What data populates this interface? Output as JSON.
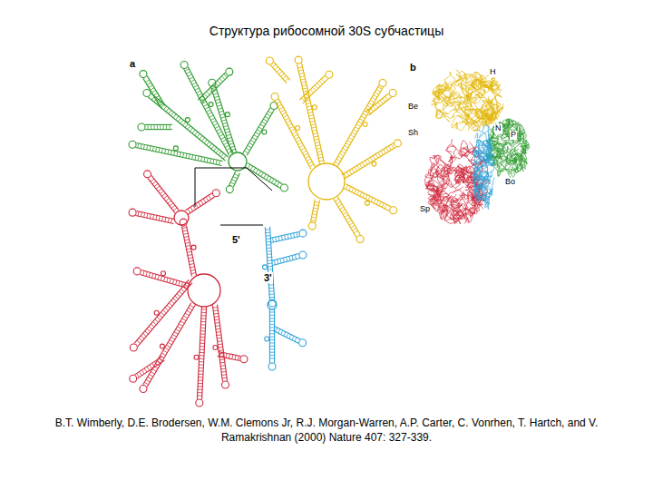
{
  "diagram": {
    "title": "Структура рибосомной 30S субчастицы",
    "caption": "B.T. Wimberly, D.E. Brodersen, W.M. Clemons Jr, R.J. Morgan-Warren, A.P. Carter, C. Vonrhen, T. Hartch, and V. Ramakrishnan (2000) Nature 407: 327-339.",
    "labels": [
      "a",
      "b",
      "5'",
      "3'",
      "H",
      "Be",
      "N",
      "P",
      "Sh",
      "Bo",
      "Sp"
    ]
  }
}
